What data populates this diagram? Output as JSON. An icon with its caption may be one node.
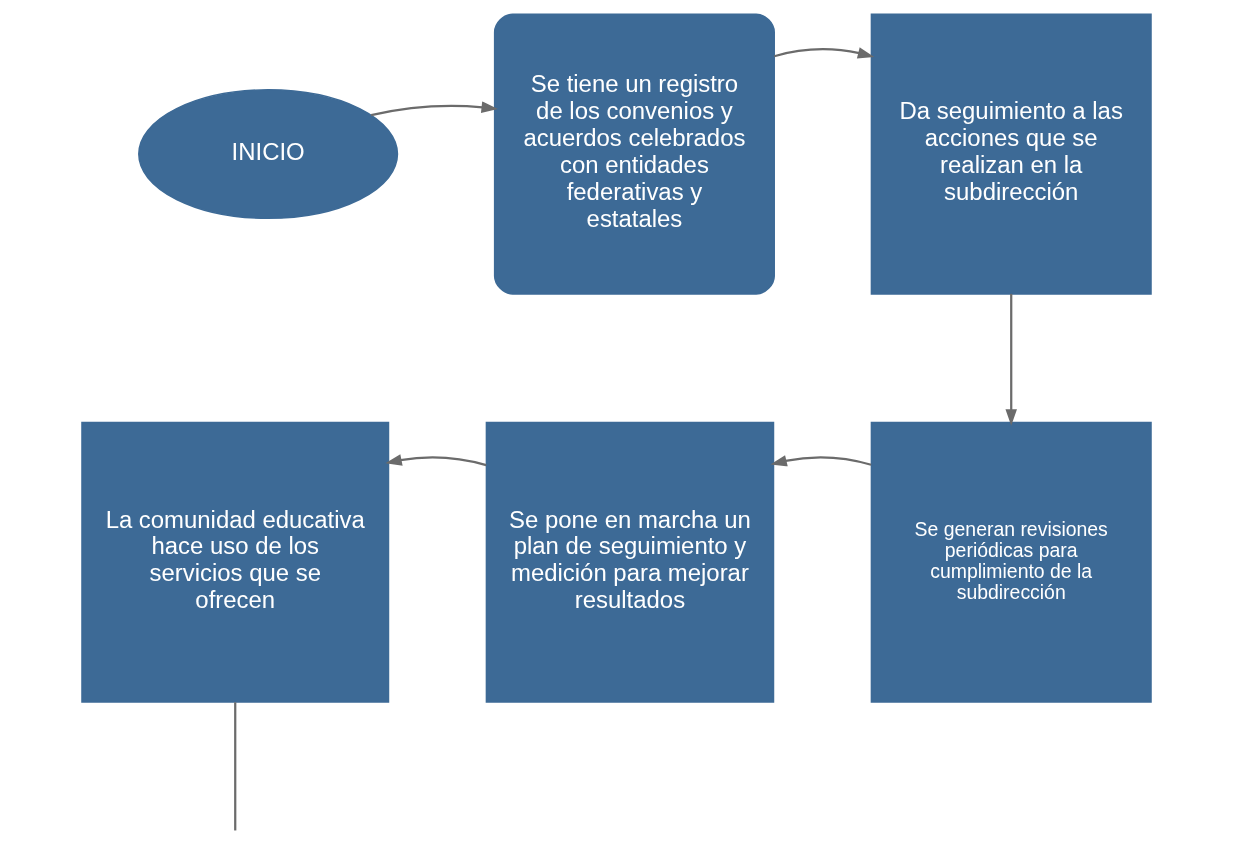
{
  "diagram": {
    "nodes": [
      {
        "text": [
          "INICIO"
        ]
      },
      {
        "text": [
          "Se tiene un registro de los convenios y acuerdos celebrados con entidades federativas y estatales"
        ]
      },
      {
        "text": [
          "Da seguimiento a las acciones que se realizan en la subdirección"
        ]
      },
      {
        "text": [
          "Se generan revisiones periódicas para cumplimiento de la subdirección"
        ]
      },
      {
        "text": [
          "Se pone en marcha un plan de seguimiento y medición para mejorar resultados"
        ]
      },
      {
        "text": [
          "La comunidad educativa hace uso de los servicios que se ofrecen"
        ]
      }
    ],
    "edges": [
      {
        "from": 0,
        "to": 1,
        "arrow": "to"
      },
      {
        "from": 1,
        "to": 2,
        "arrow": "to"
      },
      {
        "from": 2,
        "to": 3,
        "arrow": "to"
      },
      {
        "from": 3,
        "to": 4,
        "arrow": "to"
      },
      {
        "from": 4,
        "to": 5,
        "arrow": "to"
      },
      {
        "from": 5,
        "to": null,
        "arrow": "none"
      }
    ]
  }
}
